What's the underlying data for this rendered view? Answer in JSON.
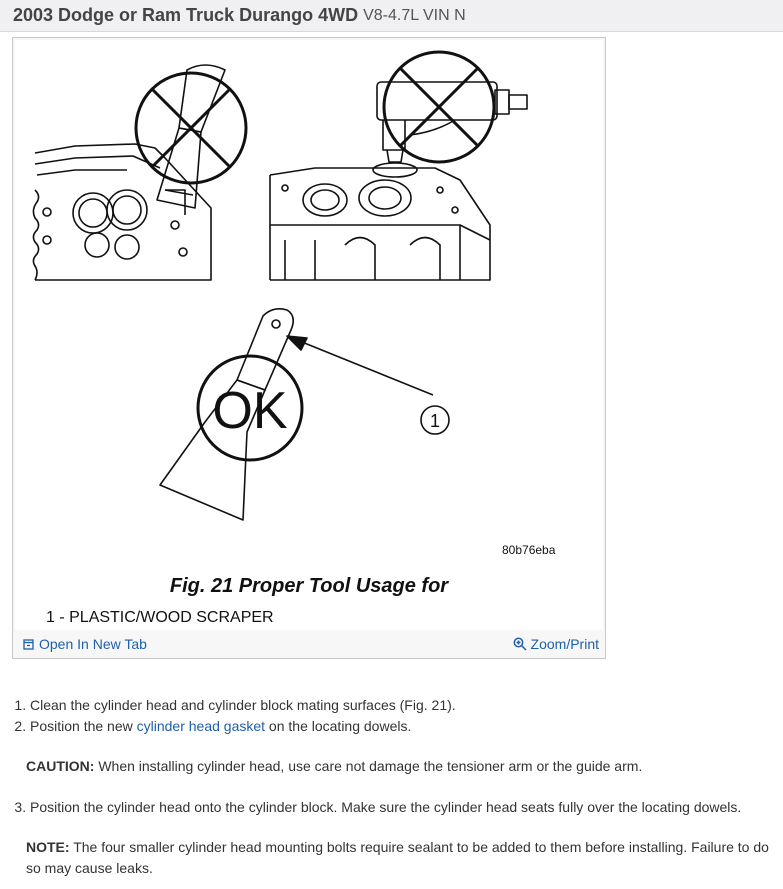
{
  "header": {
    "title_main": "2003 Dodge or Ram Truck Durango 4WD",
    "title_sub": "V8-4.7L VIN N"
  },
  "figure": {
    "ok_label": "OK",
    "callout_number": "1",
    "code": "80b76eba",
    "caption": "Fig. 21 Proper Tool Usage for",
    "legend": "1 - PLASTIC/WOOD SCRAPER",
    "open_tab_label": "Open In New Tab",
    "zoom_label": "Zoom/Print",
    "open_tab_icon": "open-in-new-tab-icon",
    "zoom_icon": "magnifier-icon"
  },
  "steps": [
    {
      "number": 1,
      "text": "Clean the cylinder head and cylinder block mating surfaces (Fig. 21)."
    },
    {
      "number": 2,
      "text_before": "Position the new ",
      "link": "cylinder head gasket",
      "text_after": " on the locating dowels."
    }
  ],
  "caution": {
    "label": "CAUTION:",
    "text": " When installing cylinder head, use care not damage the tensioner arm or the guide arm."
  },
  "step3": {
    "number": 3,
    "text": "Position the cylinder head onto the cylinder block. Make sure the cylinder head seats fully over the locating dowels."
  },
  "note": {
    "label": "NOTE:",
    "text": " The four smaller cylinder head mounting bolts require sealant to be added to them before installing. Failure to do so may cause leaks."
  }
}
